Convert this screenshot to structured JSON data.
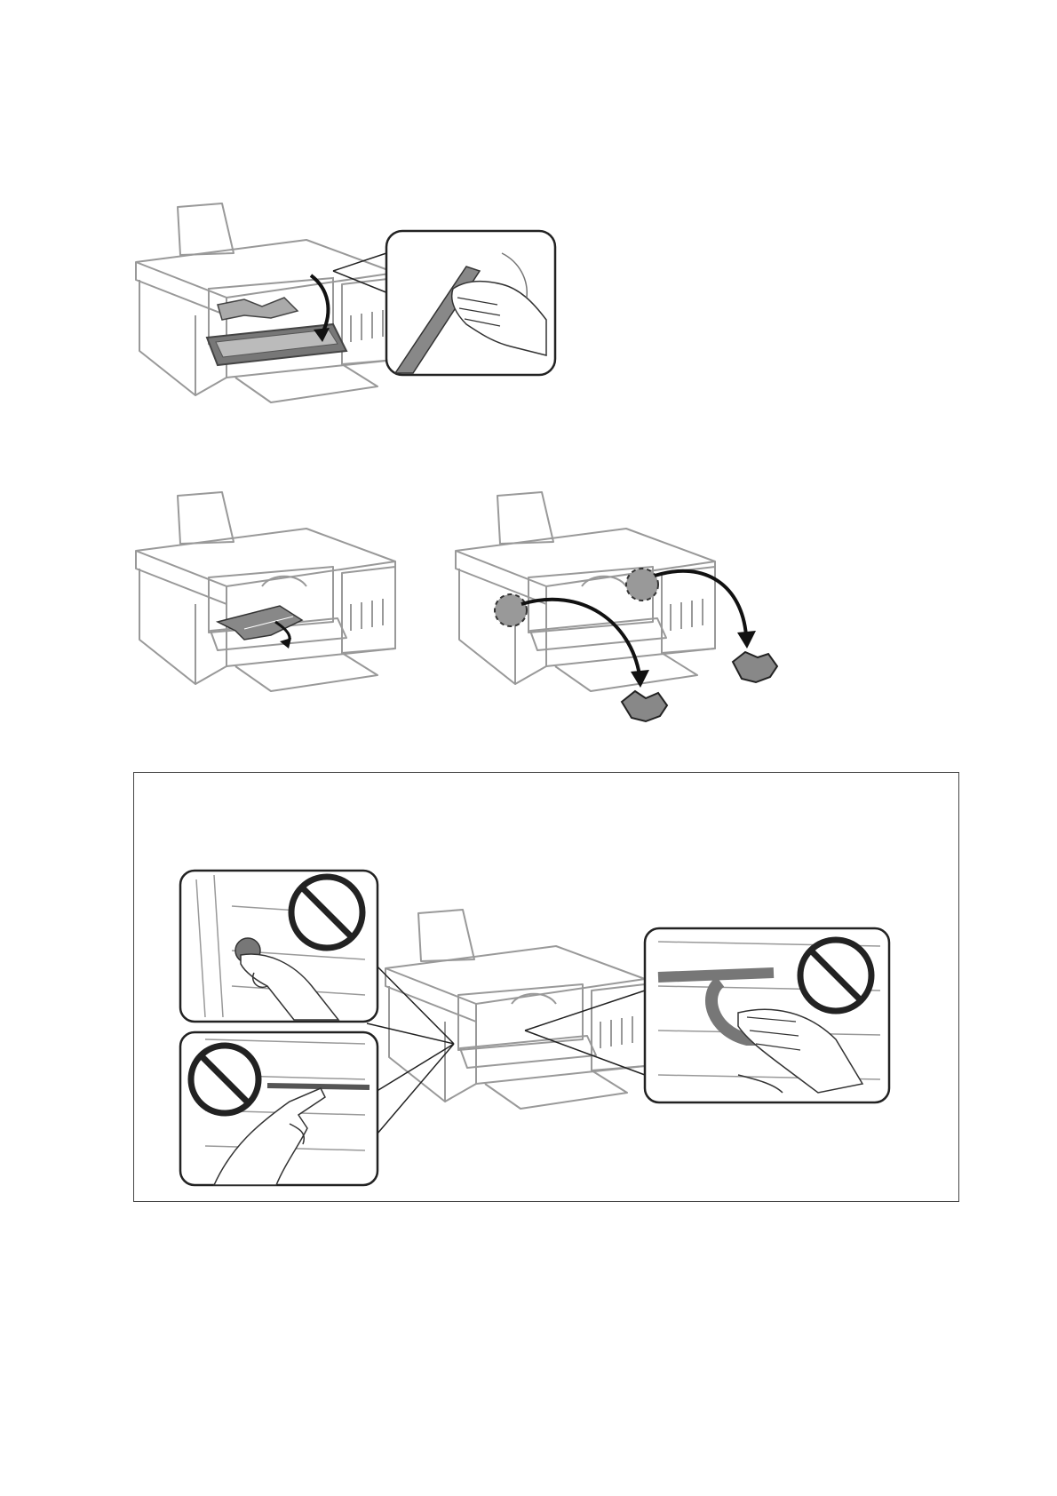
{
  "document": {
    "figures": [
      {
        "id": "open-front-cover",
        "icons": [
          "printer-icon",
          "arrow-down-icon",
          "hand-icon",
          "paper-jam-icon"
        ]
      },
      {
        "id": "pull-out-jammed-paper",
        "icons": [
          "printer-icon",
          "arrow-down-icon",
          "paper-jam-icon"
        ]
      },
      {
        "id": "remove-torn-pieces",
        "icons": [
          "printer-icon",
          "curved-arrow-icon",
          "crumpled-paper-icon"
        ]
      }
    ],
    "caution_box": {
      "icons": [
        "prohibited-icon",
        "hand-icon",
        "printer-icon"
      ],
      "colors": {
        "border": "#444444",
        "line": "#999999",
        "fill_dark": "#888888"
      }
    }
  }
}
